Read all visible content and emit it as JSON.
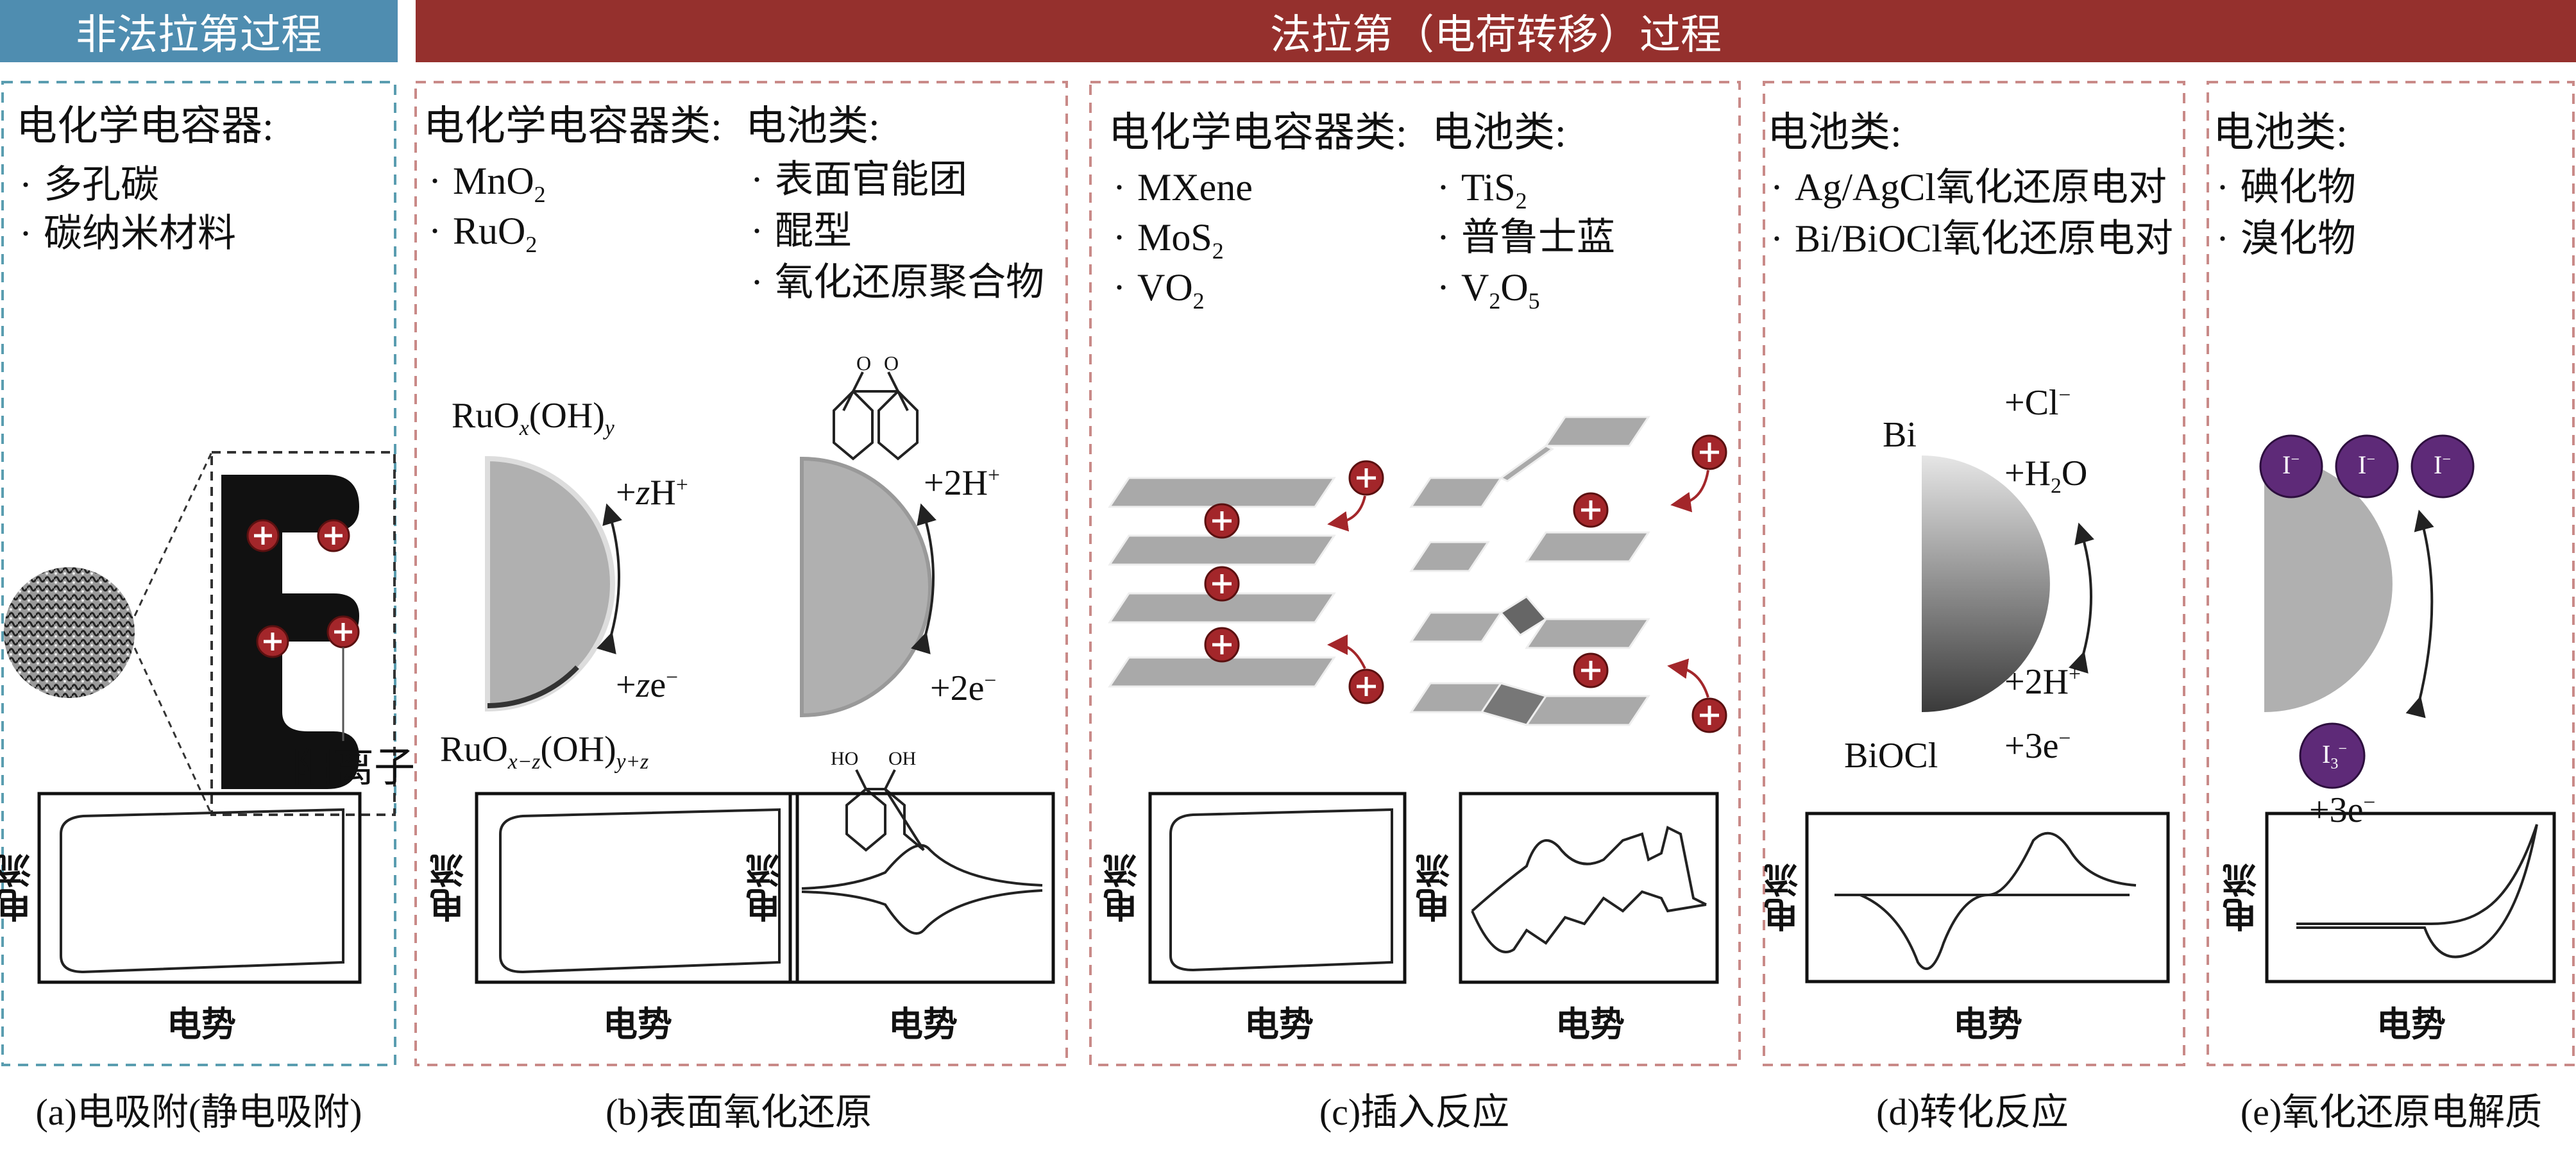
{
  "header": {
    "nonfaradaic": "非法拉第过程",
    "faradaic": "法拉第（电荷转移）过程"
  },
  "axes": {
    "current": "电流",
    "potential": "电势"
  },
  "panel_a": {
    "heading": "电化学电容器:",
    "items": [
      "多孔碳",
      "碳纳米材料"
    ],
    "cation_label": "阳离子",
    "caption": "(a)电吸附(静电吸附)"
  },
  "panel_b": {
    "cap_heading": "电化学电容器类:",
    "cap_items": [
      {
        "main": "MnO",
        "sub": "2"
      },
      {
        "main": "RuO",
        "sub": "2"
      }
    ],
    "bat_heading": "电池类:",
    "bat_items": [
      "表面官能团",
      "醌型",
      "氧化还原聚合物"
    ],
    "ox_form": {
      "a": "RuO",
      "x": "x",
      "b": "(OH)",
      "y": "y"
    },
    "red_form": {
      "a": "RuO",
      "x": "x−z",
      "b": "(OH)",
      "y": "y+z"
    },
    "proton": {
      "a": "+",
      "z": "z",
      "b": "H",
      "sup": "+"
    },
    "electron": {
      "a": "+",
      "z": "z",
      "b": "e",
      "sup": "−"
    },
    "proton2": {
      "a": "+2H",
      "sup": "+"
    },
    "electron2": {
      "a": "+2e",
      "sup": "−"
    },
    "mol_top": [
      "O",
      "O"
    ],
    "mol_bottom": [
      "HO",
      "OH"
    ],
    "caption": "(b)表面氧化还原"
  },
  "panel_c": {
    "cap_heading": "电化学电容器类:",
    "cap_items": [
      {
        "main": "MXene",
        "sub": ""
      },
      {
        "main": "MoS",
        "sub": "2"
      },
      {
        "main": "VO",
        "sub": "2"
      }
    ],
    "bat_heading": "电池类:",
    "bat_items": [
      {
        "a": "TiS",
        "s1": "2",
        "b": "",
        "s2": ""
      },
      {
        "a": "普鲁士蓝",
        "s1": "",
        "b": "",
        "s2": ""
      },
      {
        "a": "V",
        "s1": "2",
        "b": "O",
        "s2": "5"
      }
    ],
    "caption": "(c)插入反应"
  },
  "panel_d": {
    "heading": "电池类:",
    "items": [
      "Ag/AgCl氧化还原电对",
      "Bi/BiOCl氧化还原电对"
    ],
    "bi": "Bi",
    "biocl": "BiOCl",
    "cl": {
      "a": "+Cl",
      "sup": "−"
    },
    "h2o": {
      "a": "+H",
      "sub": "2",
      "b": "O"
    },
    "h": {
      "a": "+2H",
      "sup": "+"
    },
    "e": {
      "a": "+3e",
      "sup": "−"
    },
    "caption": "(d)转化反应"
  },
  "panel_e": {
    "heading": "电池类:",
    "items": [
      "碘化物",
      "溴化物"
    ],
    "iodide": {
      "a": "I",
      "sup": "−"
    },
    "triiodide": {
      "a": "I",
      "sub": "3",
      "sup": "−"
    },
    "e": {
      "a": "+3e",
      "sup": "−"
    },
    "caption": "(e)氧化还原电解质"
  },
  "colors": {
    "blue": "#4f8db0",
    "red": "#95302d",
    "ion_red": "#a3262a",
    "ion_purple": "#5e2a78",
    "sheet": "#a9a9a9"
  }
}
